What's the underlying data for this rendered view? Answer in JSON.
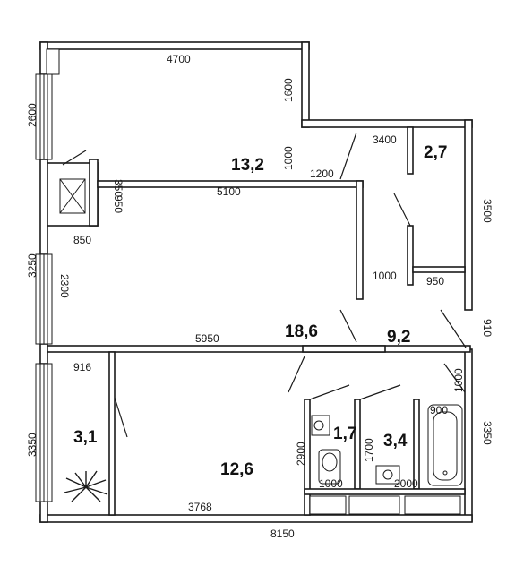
{
  "rooms": [
    {
      "id": "room-top",
      "area": "13,2"
    },
    {
      "id": "room-middle",
      "area": "18,6"
    },
    {
      "id": "room-hall",
      "area": "9,2"
    },
    {
      "id": "room-storage",
      "area": "2,7"
    },
    {
      "id": "room-balcony",
      "area": "3,1"
    },
    {
      "id": "room-bottom",
      "area": "12,6"
    },
    {
      "id": "room-wc",
      "area": "1,7"
    },
    {
      "id": "room-bath",
      "area": "3,4"
    }
  ],
  "dimensions": {
    "d4700": "4700",
    "d1600": "1600",
    "d2600": "2600",
    "d3400": "3400",
    "d1000a": "1000",
    "d1200": "1200",
    "d350": "350",
    "d950a": "950",
    "d850": "850",
    "d5100": "5100",
    "d3500": "3500",
    "d3250": "3250",
    "d2300": "2300",
    "d1000b": "1000",
    "d950b": "950",
    "d910": "910",
    "d5950": "5950",
    "d916": "916",
    "d1000c": "1000",
    "d3350a": "3350",
    "d900": "900",
    "d3350b": "3350",
    "d2900": "2900",
    "d1700": "1700",
    "d1000d": "1000",
    "d2000": "2000",
    "d3768": "3768",
    "d8150": "8150"
  },
  "colors": {
    "line": "#1a1a1a",
    "background": "#ffffff"
  }
}
